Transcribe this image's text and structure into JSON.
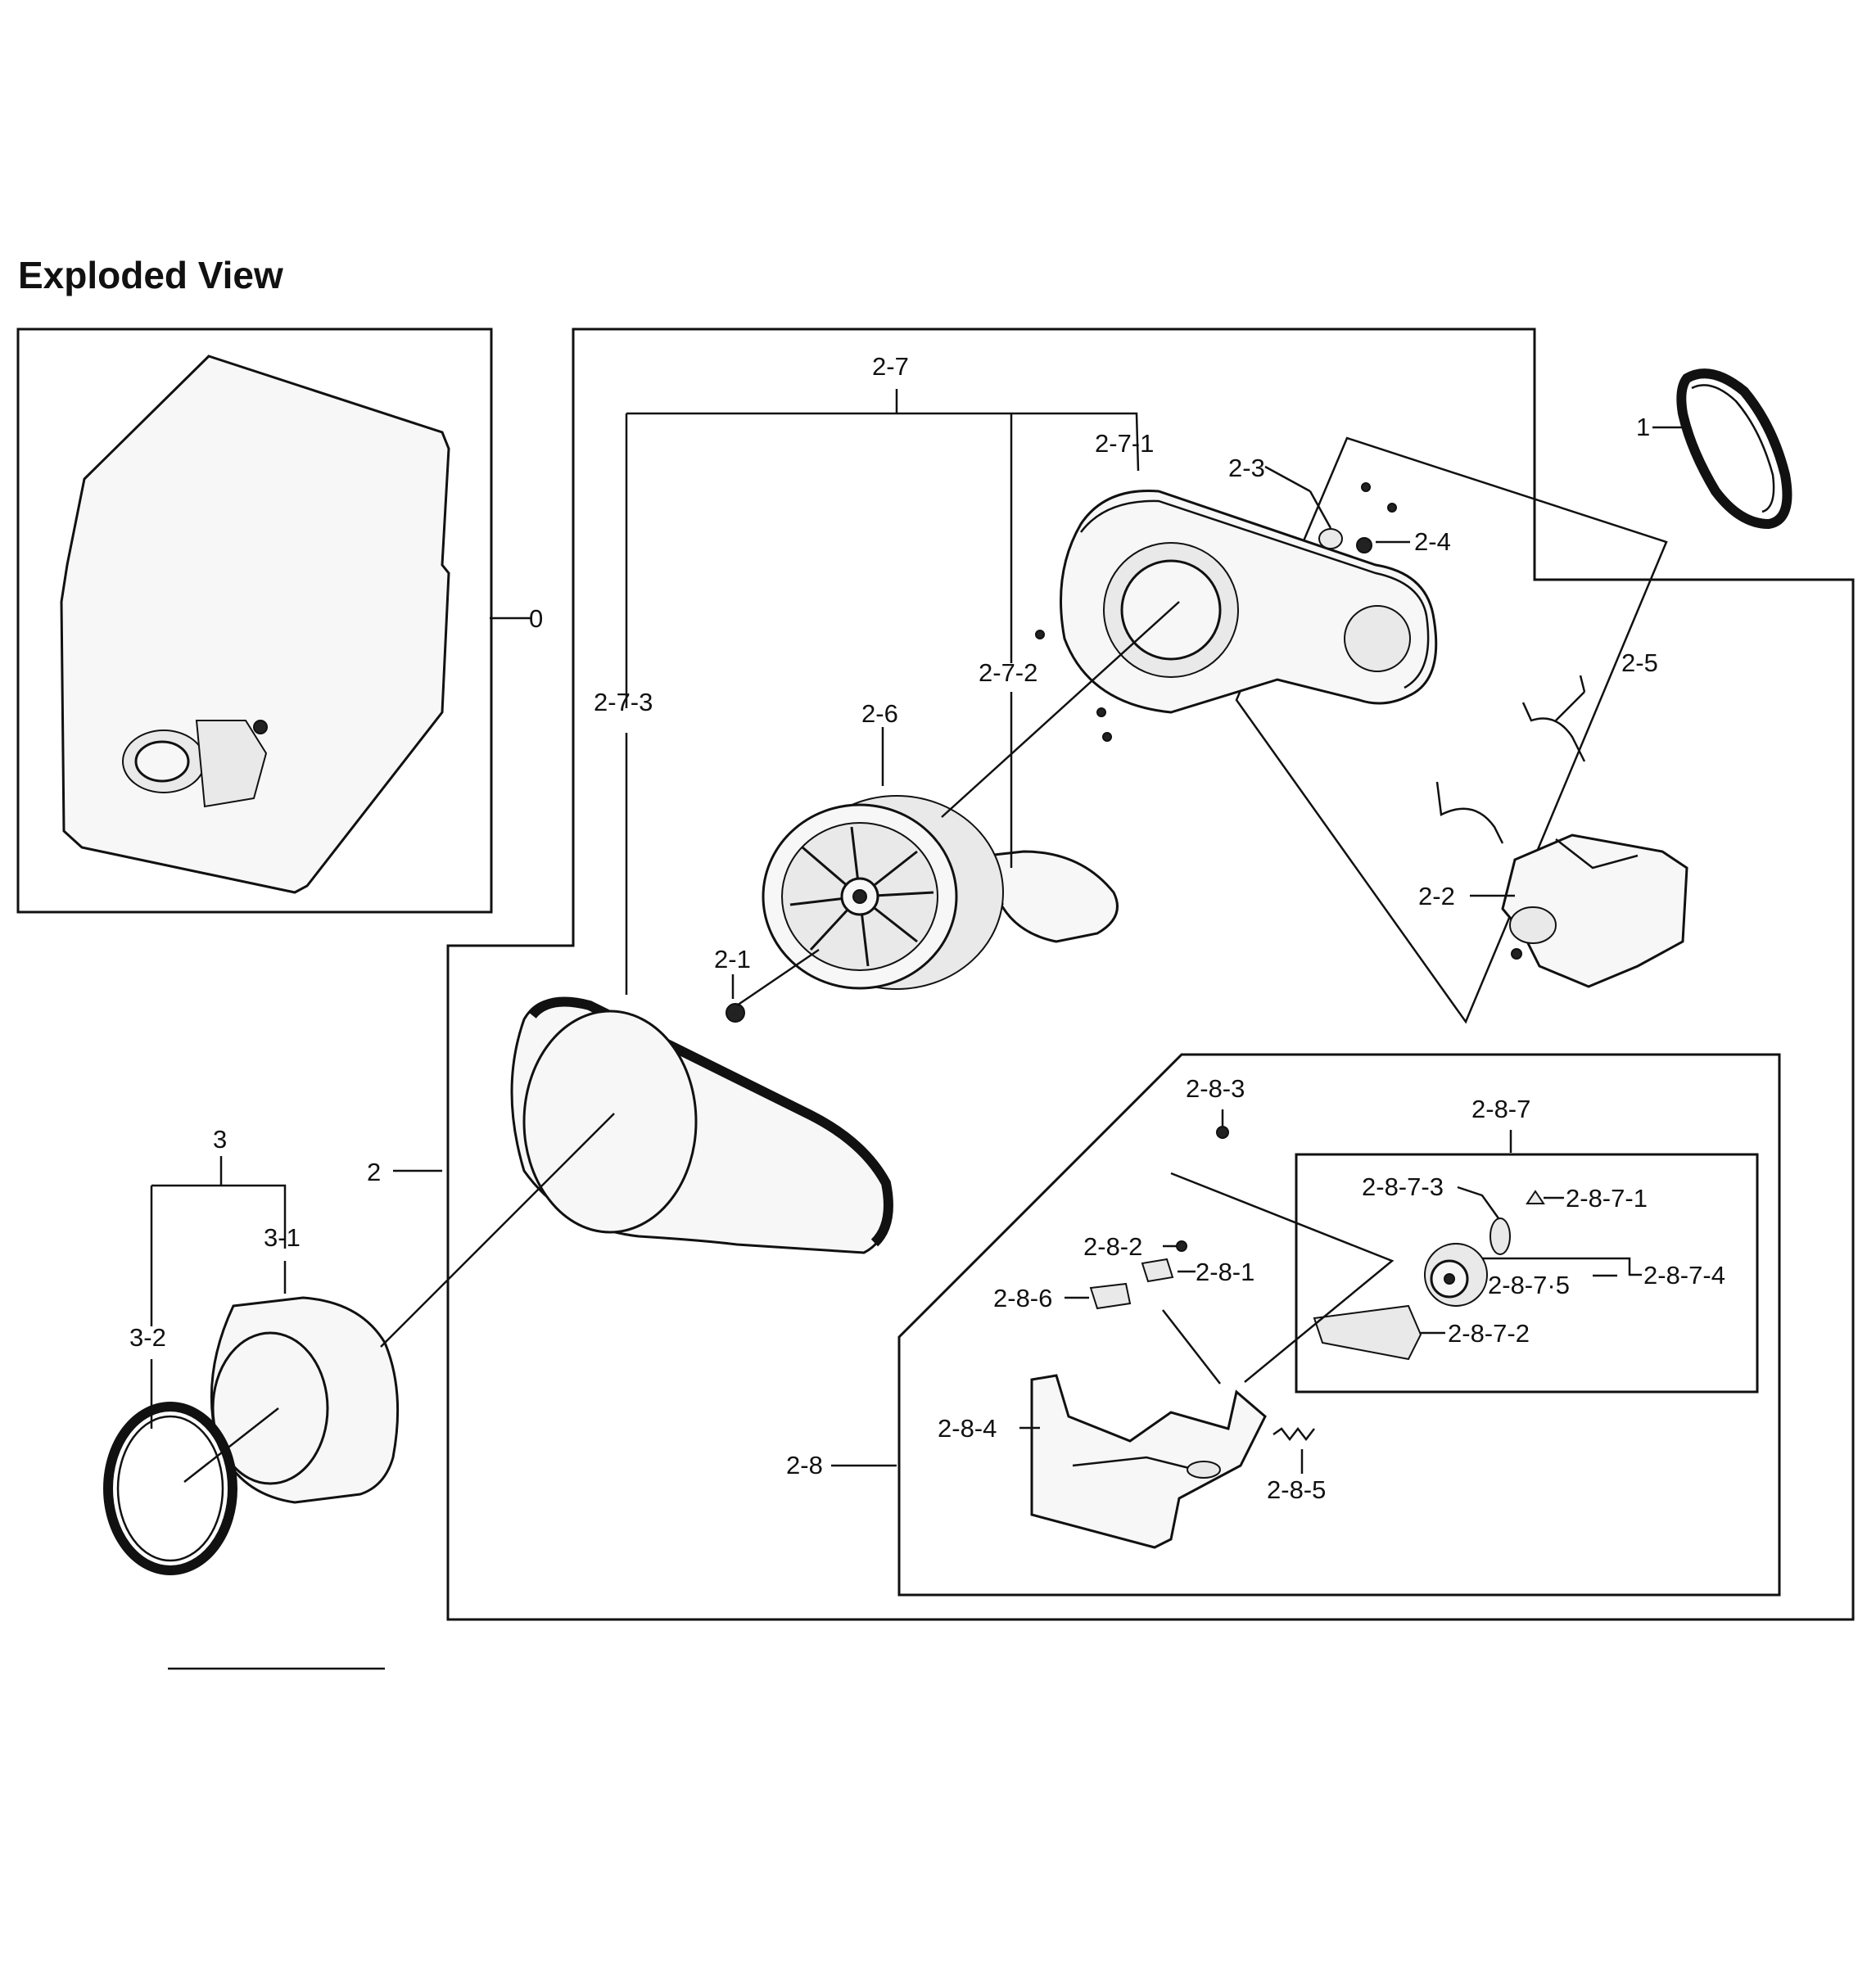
{
  "title": "Exploded View",
  "labels": {
    "p0": "0",
    "p1": "1",
    "p2": "2",
    "p2_1": "2-1",
    "p2_2": "2-2",
    "p2_3": "2-3",
    "p2_4": "2-4",
    "p2_5": "2-5",
    "p2_6": "2-6",
    "p2_7": "2-7",
    "p2_7_1": "2-7-1",
    "p2_7_2": "2-7-2",
    "p2_7_3": "2-7-3",
    "p2_8": "2-8",
    "p2_8_1": "2-8-1",
    "p2_8_2": "2-8-2",
    "p2_8_3": "2-8-3",
    "p2_8_4": "2-8-4",
    "p2_8_5": "2-8-5",
    "p2_8_6": "2-8-6",
    "p2_8_7": "2-8-7",
    "p2_8_7_1": "2-8-7-1",
    "p2_8_7_2": "2-8-7-2",
    "p2_8_7_3": "2-8-7-3",
    "p2_8_7_4": "2-8-7-4",
    "p2_8_7_5": "2-8-7·5",
    "p3": "3",
    "p3_1": "3-1",
    "p3_2": "3-2"
  }
}
